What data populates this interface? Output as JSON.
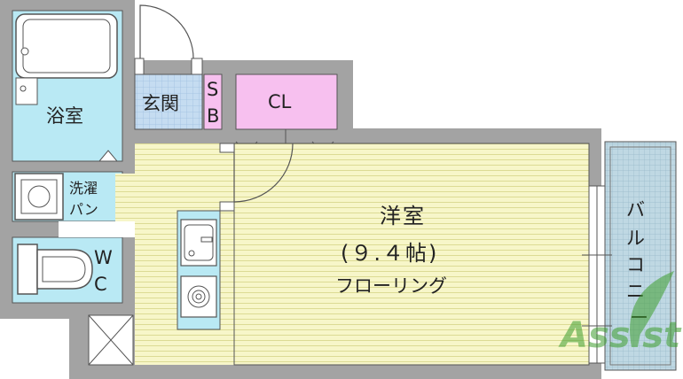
{
  "rooms": {
    "bathroom": "浴室",
    "entrance": "玄関",
    "shoe_box": [
      "S",
      "B"
    ],
    "closet": "CL",
    "washer_pan": [
      "洗濯",
      "パン"
    ],
    "wc": [
      "W",
      "C"
    ],
    "western_room": {
      "name": "洋室",
      "size": "(９.４帖)",
      "floor": "フローリング"
    },
    "balcony": [
      "バ",
      "ル",
      "コ",
      "ニ",
      "ー"
    ]
  },
  "watermark": "Assist",
  "colors": {
    "wall": "#a3a3a3",
    "wet_area": "#b9e9f4",
    "entrance_tile": "#c5dcf1",
    "closet": "#f7c0ef",
    "flooring": "#f7f6c9",
    "flooring_line": "#dcdb94",
    "balcony": "#bfd8e3",
    "logo": "#3f9e2f"
  }
}
